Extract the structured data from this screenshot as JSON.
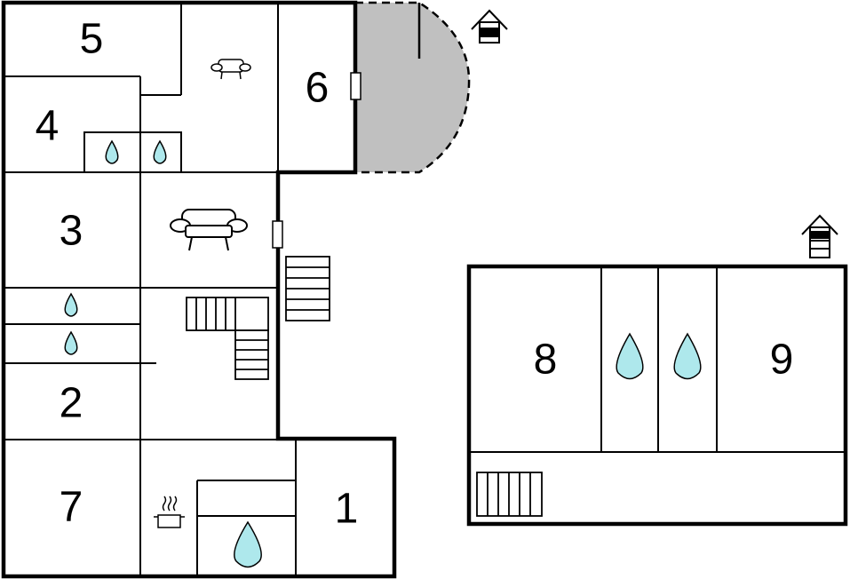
{
  "floor_plan": {
    "rooms": [
      {
        "label": "1"
      },
      {
        "label": "2"
      },
      {
        "label": "3"
      },
      {
        "label": "4"
      },
      {
        "label": "5"
      },
      {
        "label": "6"
      },
      {
        "label": "7"
      },
      {
        "label": "8"
      },
      {
        "label": "9"
      }
    ],
    "icons": [
      "house-icon",
      "sofa-icon",
      "armchair-icon",
      "water-drop-icon",
      "stairs-icon",
      "cooking-pot-icon",
      "door-icon"
    ],
    "colors": {
      "terrace": "#c0c0c0",
      "water": "#aee8ec",
      "walls": "#000000"
    }
  }
}
